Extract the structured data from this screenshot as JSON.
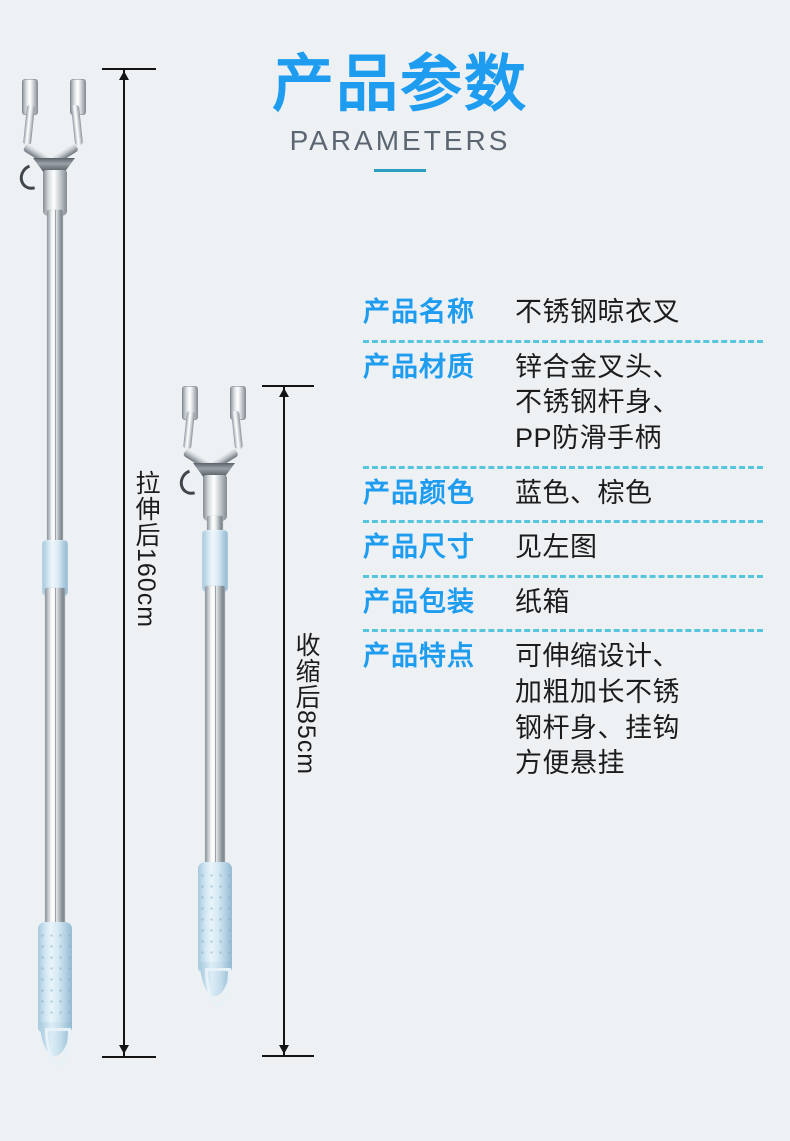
{
  "header": {
    "title": "产品参数",
    "subtitle": "PARAMETERS",
    "accent_color": "#1e9cf0",
    "rule_color": "#2b9ec4"
  },
  "background_color": "#edf1f4",
  "spec_table": {
    "divider_color": "#57c6dc",
    "label_color": "#1e9cf0",
    "value_color": "#1c1c1c",
    "rows": [
      {
        "label": "产品名称",
        "value": "不锈钢晾衣叉"
      },
      {
        "label": "产品材质",
        "value": "锌合金叉头、\n不锈钢杆身、\nPP防滑手柄"
      },
      {
        "label": "产品颜色",
        "value": "蓝色、棕色"
      },
      {
        "label": "产品尺寸",
        "value": "见左图"
      },
      {
        "label": "产品包装",
        "value": "纸箱"
      },
      {
        "label": "产品特点",
        "value": "可伸缩设计、\n加粗加长不锈\n钢杆身、挂钩\n方便悬挂"
      }
    ]
  },
  "diagram": {
    "extended": {
      "dimension_label": "拉伸后160cm",
      "state": "extended"
    },
    "retracted": {
      "dimension_label": "收缩后85cm",
      "state": "retracted"
    }
  }
}
